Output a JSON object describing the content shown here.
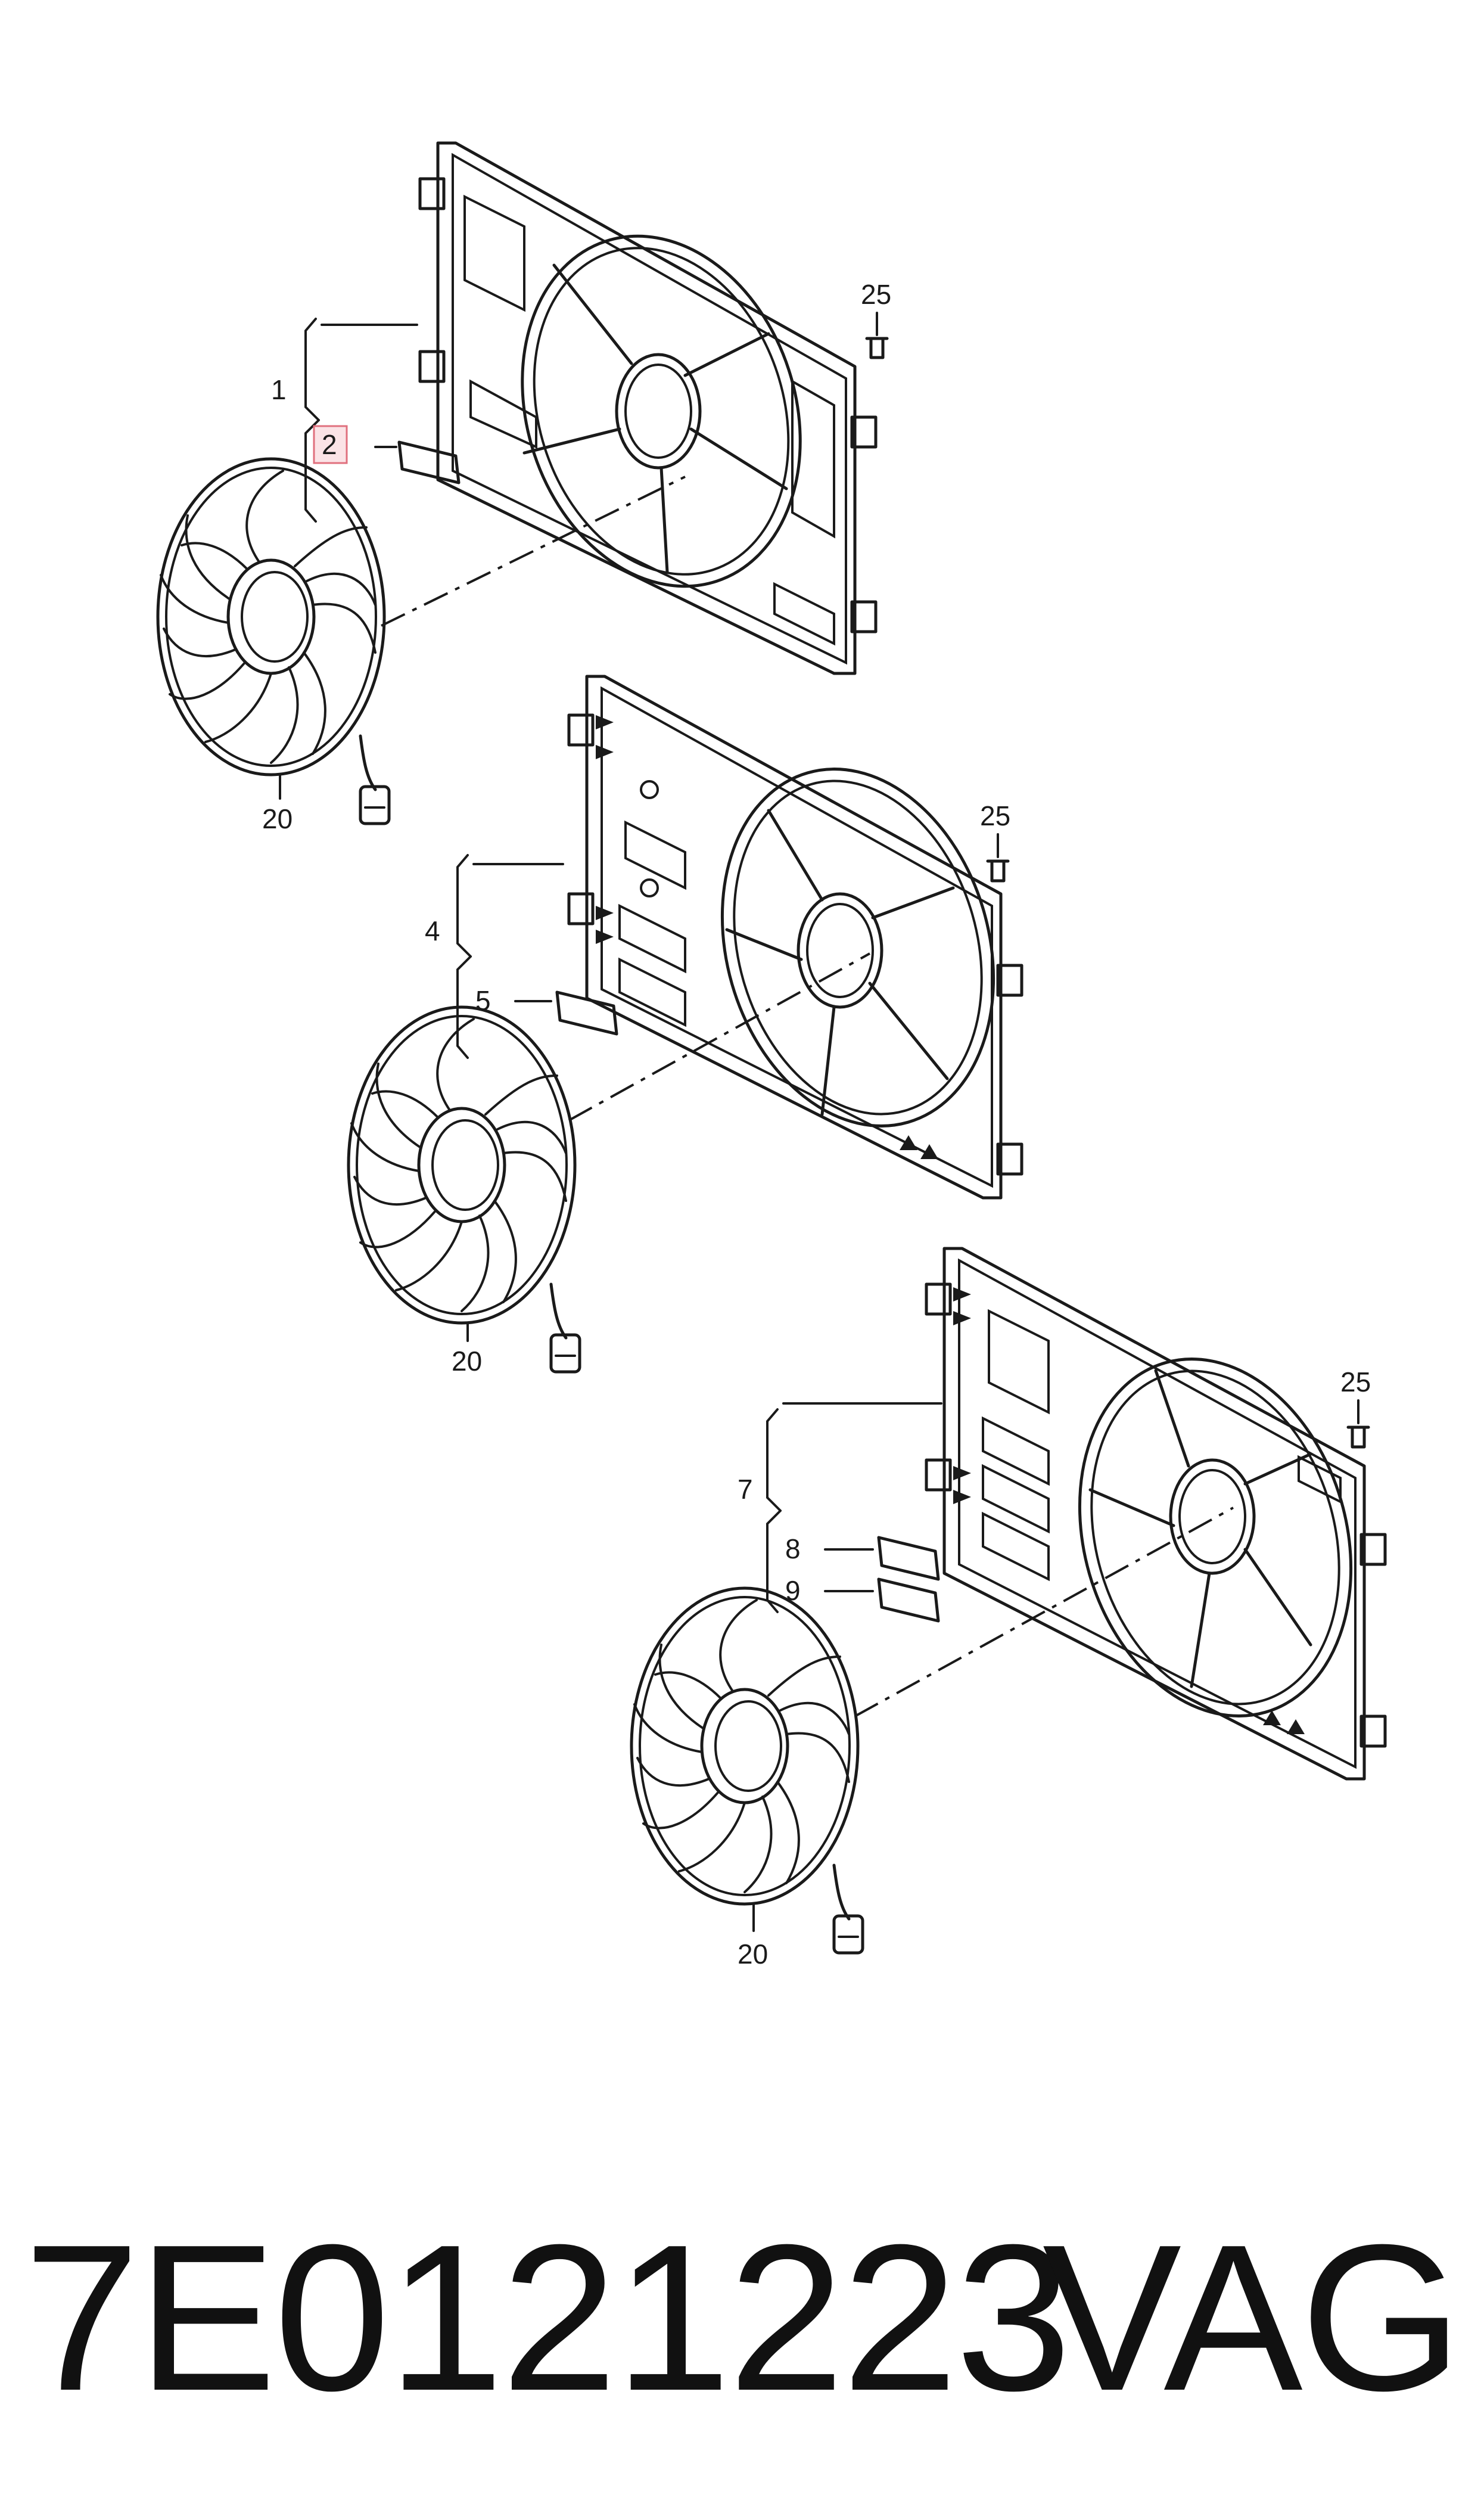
{
  "diagram": {
    "callouts": {
      "a1": "1",
      "a2": "2",
      "a25": "25",
      "a20": "20",
      "b4": "4",
      "b5": "5",
      "b25": "25",
      "b20": "20",
      "c7": "7",
      "c8": "8",
      "c9": "9",
      "c25": "25",
      "c20": "20"
    },
    "highlighted_callout": "2",
    "highlight_color": "#fbe3e6"
  },
  "footer": {
    "part_number": "7E0121223",
    "brand": "VAG"
  }
}
